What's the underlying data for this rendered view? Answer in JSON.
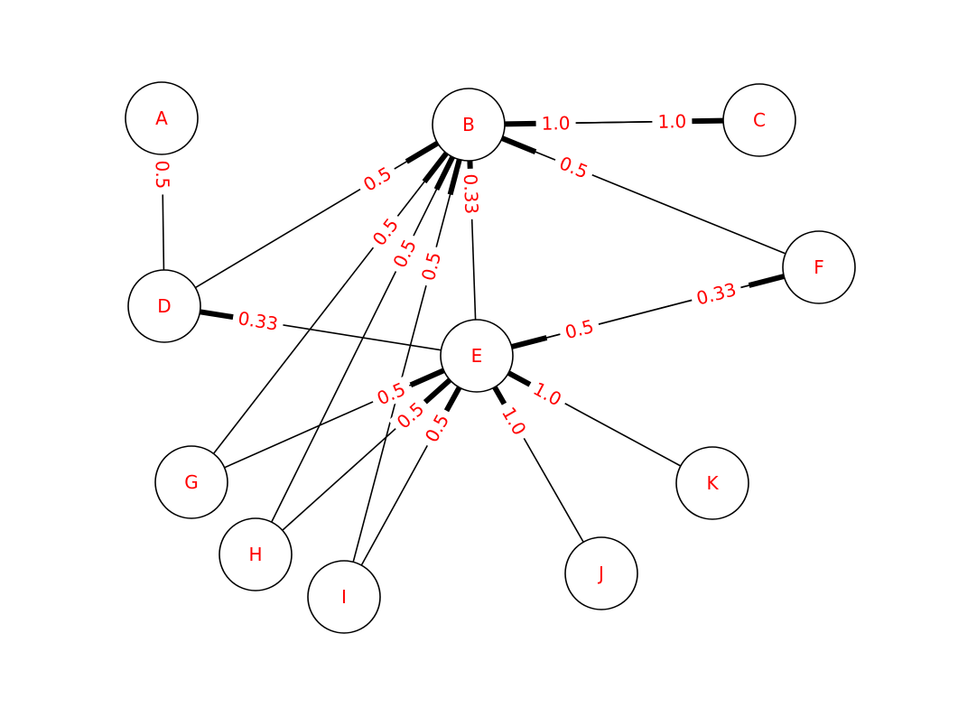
{
  "colors": {
    "node_fill": "#ffffff",
    "node_stroke": "#000000",
    "edge": "#000000",
    "label_text": "#ff0000",
    "background": "#ffffff"
  },
  "nodes": [
    {
      "id": "A",
      "label": "A"
    },
    {
      "id": "B",
      "label": "B"
    },
    {
      "id": "C",
      "label": "C"
    },
    {
      "id": "D",
      "label": "D"
    },
    {
      "id": "E",
      "label": "E"
    },
    {
      "id": "F",
      "label": "F"
    },
    {
      "id": "G",
      "label": "G"
    },
    {
      "id": "H",
      "label": "H"
    },
    {
      "id": "I",
      "label": "I"
    },
    {
      "id": "J",
      "label": "J"
    },
    {
      "id": "K",
      "label": "K"
    }
  ],
  "edges": [
    {
      "from": "D",
      "to": "A",
      "weight_label": "0.5"
    },
    {
      "from": "D",
      "to": "B",
      "weight_label": "0.5"
    },
    {
      "from": "E",
      "to": "D",
      "weight_label": "0.33"
    },
    {
      "from": "E",
      "to": "B",
      "weight_label": "0.33"
    },
    {
      "from": "C",
      "to": "B",
      "weight_label": "1.0"
    },
    {
      "from": "B",
      "to": "C",
      "weight_label": "1.0"
    },
    {
      "from": "F",
      "to": "B",
      "weight_label": "0.5"
    },
    {
      "from": "E",
      "to": "F",
      "weight_label": "0.33"
    },
    {
      "from": "F",
      "to": "E",
      "weight_label": "0.5"
    },
    {
      "from": "G",
      "to": "B",
      "weight_label": "0.5"
    },
    {
      "from": "H",
      "to": "B",
      "weight_label": "0.5"
    },
    {
      "from": "I",
      "to": "B",
      "weight_label": "0.5"
    },
    {
      "from": "G",
      "to": "E",
      "weight_label": "0.5"
    },
    {
      "from": "H",
      "to": "E",
      "weight_label": "0.5"
    },
    {
      "from": "I",
      "to": "E",
      "weight_label": "0.5"
    },
    {
      "from": "J",
      "to": "E",
      "weight_label": "1.0"
    },
    {
      "from": "K",
      "to": "E",
      "weight_label": "1.0"
    }
  ]
}
